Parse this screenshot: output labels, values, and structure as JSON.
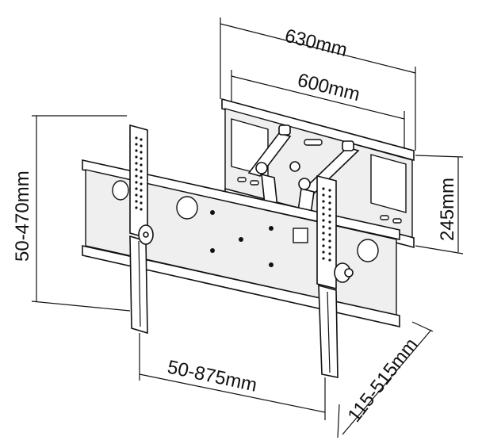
{
  "colors": {
    "line": "#111111",
    "background": "#ffffff",
    "panel_fill": "#efefef"
  },
  "dimensions": {
    "outer_width": "630mm",
    "inner_width": "600mm",
    "wall_plate_height": "245mm",
    "vertical_range": "50-470mm",
    "horizontal_range": "50-875mm",
    "extension": "115-515mm"
  }
}
